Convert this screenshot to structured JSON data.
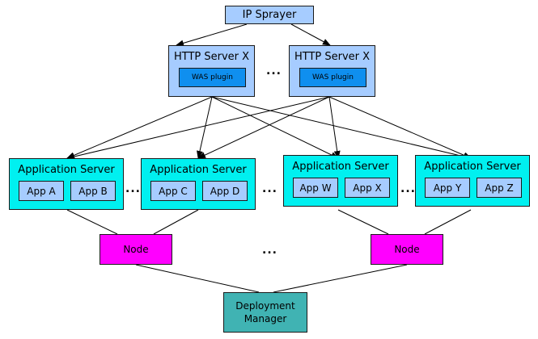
{
  "sprayer": {
    "label": "IP Sprayer"
  },
  "http_servers": [
    {
      "label": "HTTP Server X",
      "plugin": "WAS plugin"
    },
    {
      "label": "HTTP Server X",
      "plugin": "WAS plugin"
    }
  ],
  "app_servers": [
    {
      "label": "Application Server",
      "apps": [
        "App A",
        "App B"
      ]
    },
    {
      "label": "Application Server",
      "apps": [
        "App C",
        "App D"
      ]
    },
    {
      "label": "Application Server",
      "apps": [
        "App W",
        "App X"
      ]
    },
    {
      "label": "Application Server",
      "apps": [
        "App Y",
        "App Z"
      ]
    }
  ],
  "nodes": [
    {
      "label": "Node"
    },
    {
      "label": "Node"
    }
  ],
  "deployment_manager": {
    "line1": "Deployment",
    "line2": "Manager"
  },
  "ellipsis": "...",
  "colors": {
    "sprayer": "#a6ccff",
    "http_server": "#a6ccff",
    "plugin": "#0f8fef",
    "app_server": "#00f0f0",
    "app": "#a6ccff",
    "node": "#ff00ff",
    "deployment_manager": "#40b3b3"
  }
}
